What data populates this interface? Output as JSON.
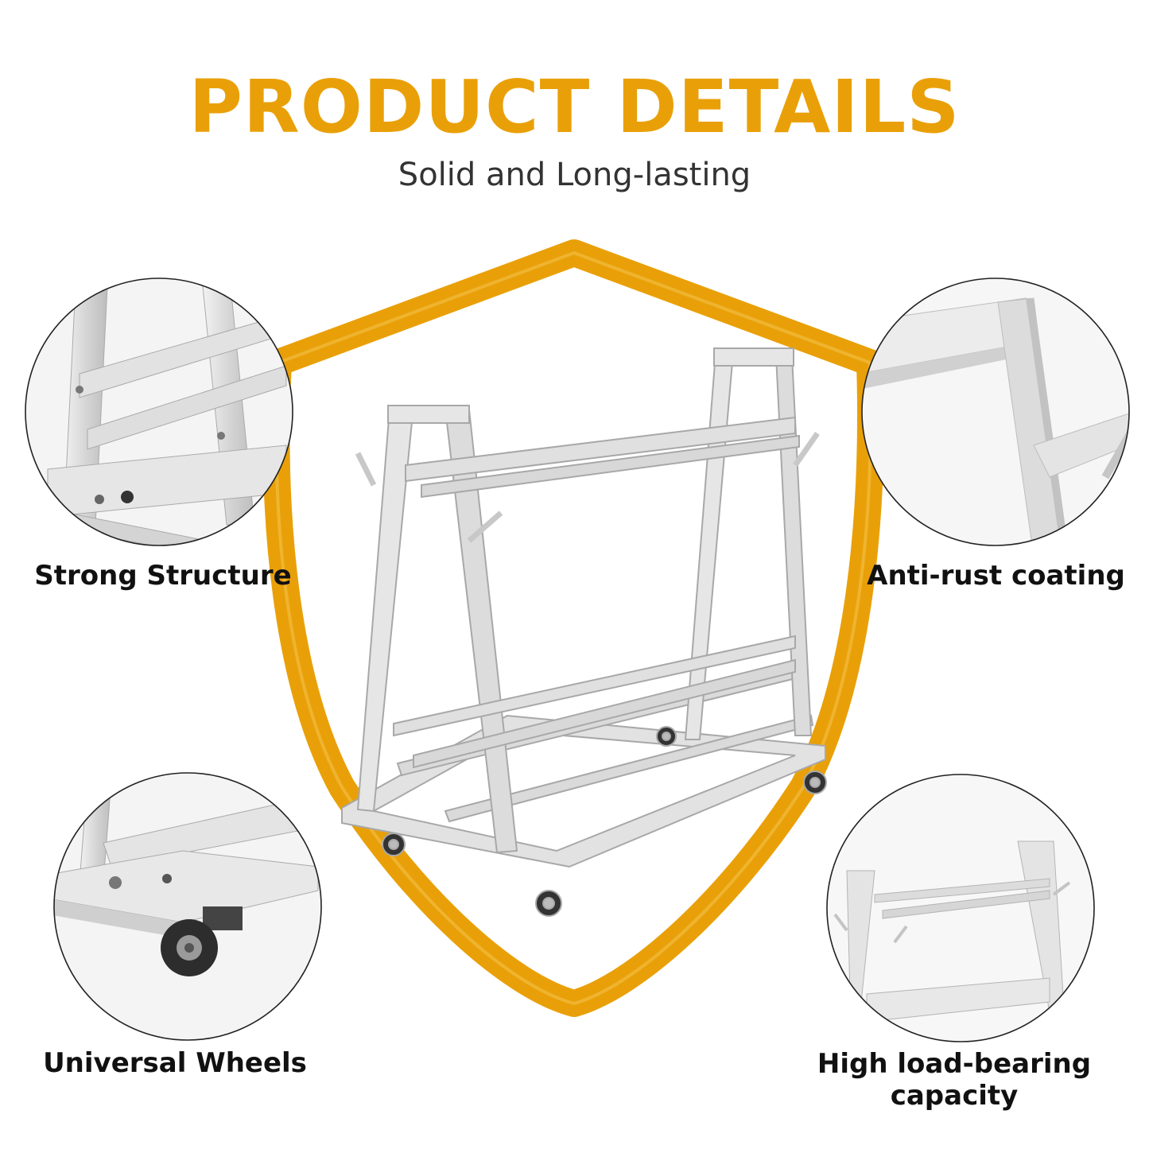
{
  "header": {
    "title": "PRODUCT DETAILS",
    "subtitle": "Solid and Long-lasting"
  },
  "features": [
    {
      "label": "Strong Structure"
    },
    {
      "label": "Anti-rust coating"
    },
    {
      "label": "Universal Wheels"
    },
    {
      "label": "High load-bearing capacity"
    }
  ],
  "colors": {
    "accent": "#e9a008",
    "metal": "#dcdcdc",
    "circle_border": "#222222"
  }
}
